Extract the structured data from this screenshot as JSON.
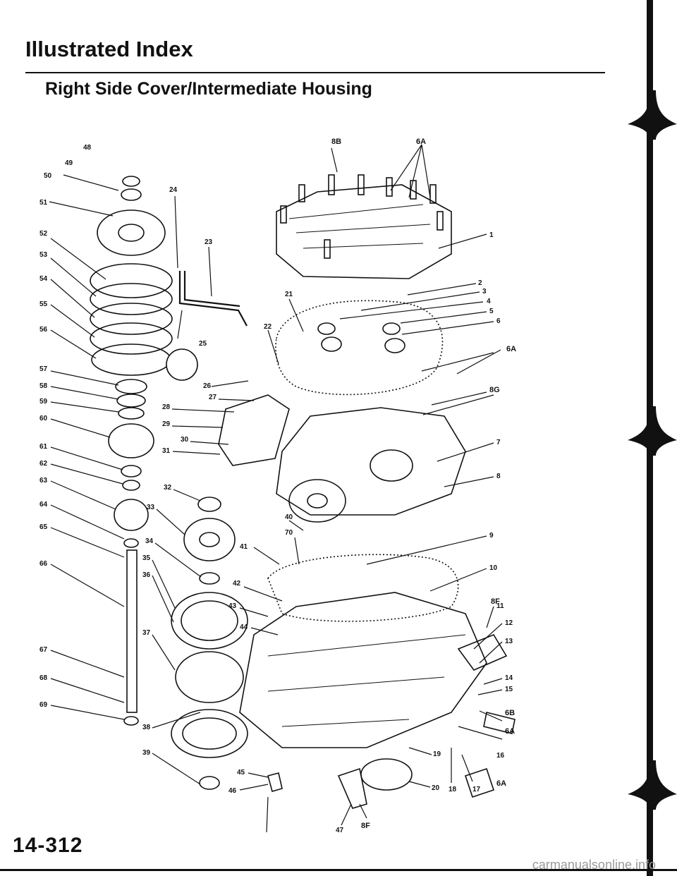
{
  "header": {
    "title": "Illustrated Index",
    "subtitle": "Right Side Cover/Intermediate Housing"
  },
  "footer": {
    "page_number": "14-312",
    "watermark": "carmanualsonline.info"
  },
  "callouts": {
    "c1": "1",
    "c2": "2",
    "c3": "3",
    "c4": "4",
    "c5": "5",
    "c6": "6",
    "c7": "7",
    "c8": "8",
    "c9": "9",
    "c10": "10",
    "c11": "11",
    "c12": "12",
    "c13": "13",
    "c14": "14",
    "c15": "15",
    "c16": "16",
    "c17": "17",
    "c18": "18",
    "c19": "19",
    "c20": "20",
    "c21": "21",
    "c22": "22",
    "c23": "23",
    "c24": "24",
    "c25": "25",
    "c26": "26",
    "c27": "27",
    "c28": "28",
    "c29": "29",
    "c30": "30",
    "c31": "31",
    "c32": "32",
    "c33": "33",
    "c34": "34",
    "c35": "35",
    "c36": "36",
    "c37": "37",
    "c38": "38",
    "c39": "39",
    "c40": "40",
    "c41": "41",
    "c42": "42",
    "c43": "43",
    "c44": "44",
    "c45": "45",
    "c46": "46",
    "c47": "47",
    "c48": "48",
    "c49": "49",
    "c50": "50",
    "c51": "51",
    "c52": "52",
    "c53": "53",
    "c54": "54",
    "c55": "55",
    "c56": "56",
    "c57": "57",
    "c58": "58",
    "c59": "59",
    "c60": "60",
    "c61": "61",
    "c62": "62",
    "c63": "63",
    "c64": "64",
    "c65": "65",
    "c66": "66",
    "c67": "67",
    "c68": "68",
    "c69": "69",
    "c70": "70"
  },
  "refs": {
    "r8B": "8B",
    "r6A_top": "6A",
    "r6A_cover": "6A",
    "r8G": "8G",
    "r8F_right": "8F",
    "r6B": "6B",
    "r6A_r1": "6A",
    "r6A_r2": "6A",
    "r6A_bottom": "6A",
    "r8F_bottom": "8F"
  }
}
